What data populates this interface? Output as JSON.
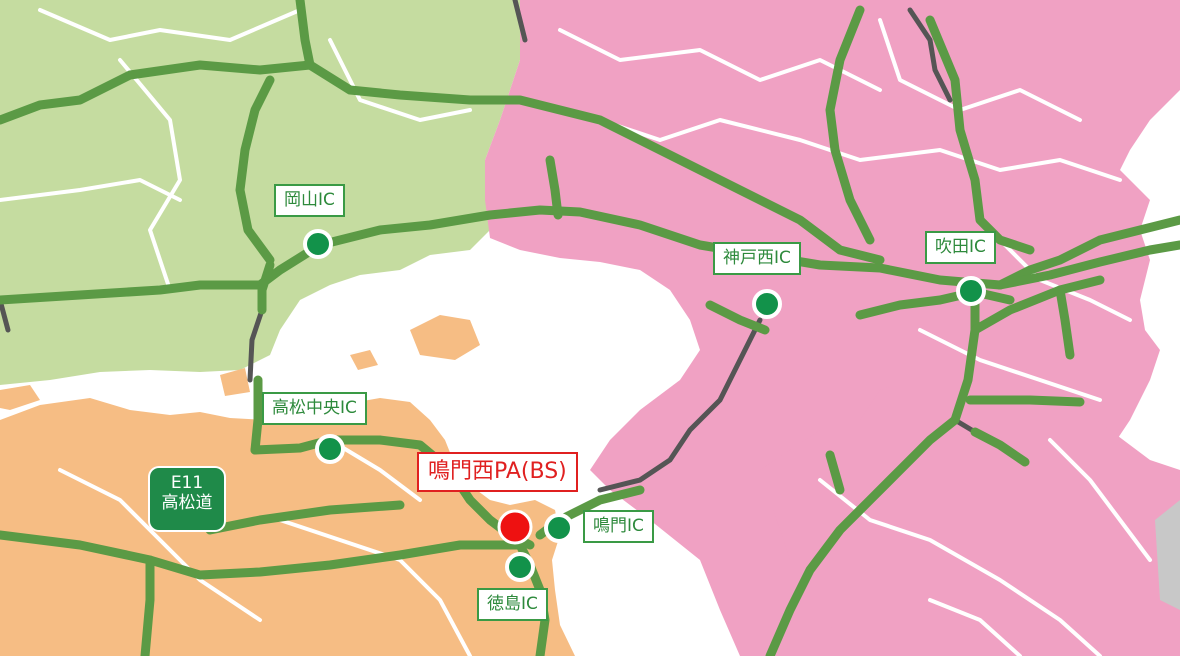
{
  "colors": {
    "okayama_land": "#c5dca0",
    "hyogo_osaka_land": "#f0a1c3",
    "shikoku_land": "#f6bd84",
    "sea": "#ffffff",
    "expressway": "#5b9a45",
    "other_road": "#555555",
    "interchange_marker": "#12924a",
    "focus_marker": "#ee1111",
    "label_border": "#3a9a45",
    "focus_label_border": "#e02020"
  },
  "route_shield": {
    "code": "E11",
    "name": "高松道"
  },
  "interchanges": [
    {
      "id": "okayama",
      "label": "岡山IC"
    },
    {
      "id": "kobe_nishi",
      "label": "神戸西IC"
    },
    {
      "id": "suita",
      "label": "吹田IC"
    },
    {
      "id": "takamatsu_chuo",
      "label": "高松中央IC"
    },
    {
      "id": "naruto",
      "label": "鳴門IC"
    },
    {
      "id": "tokushima",
      "label": "徳島IC"
    }
  ],
  "focus_point": {
    "label": "鳴門西PA(BS)"
  }
}
